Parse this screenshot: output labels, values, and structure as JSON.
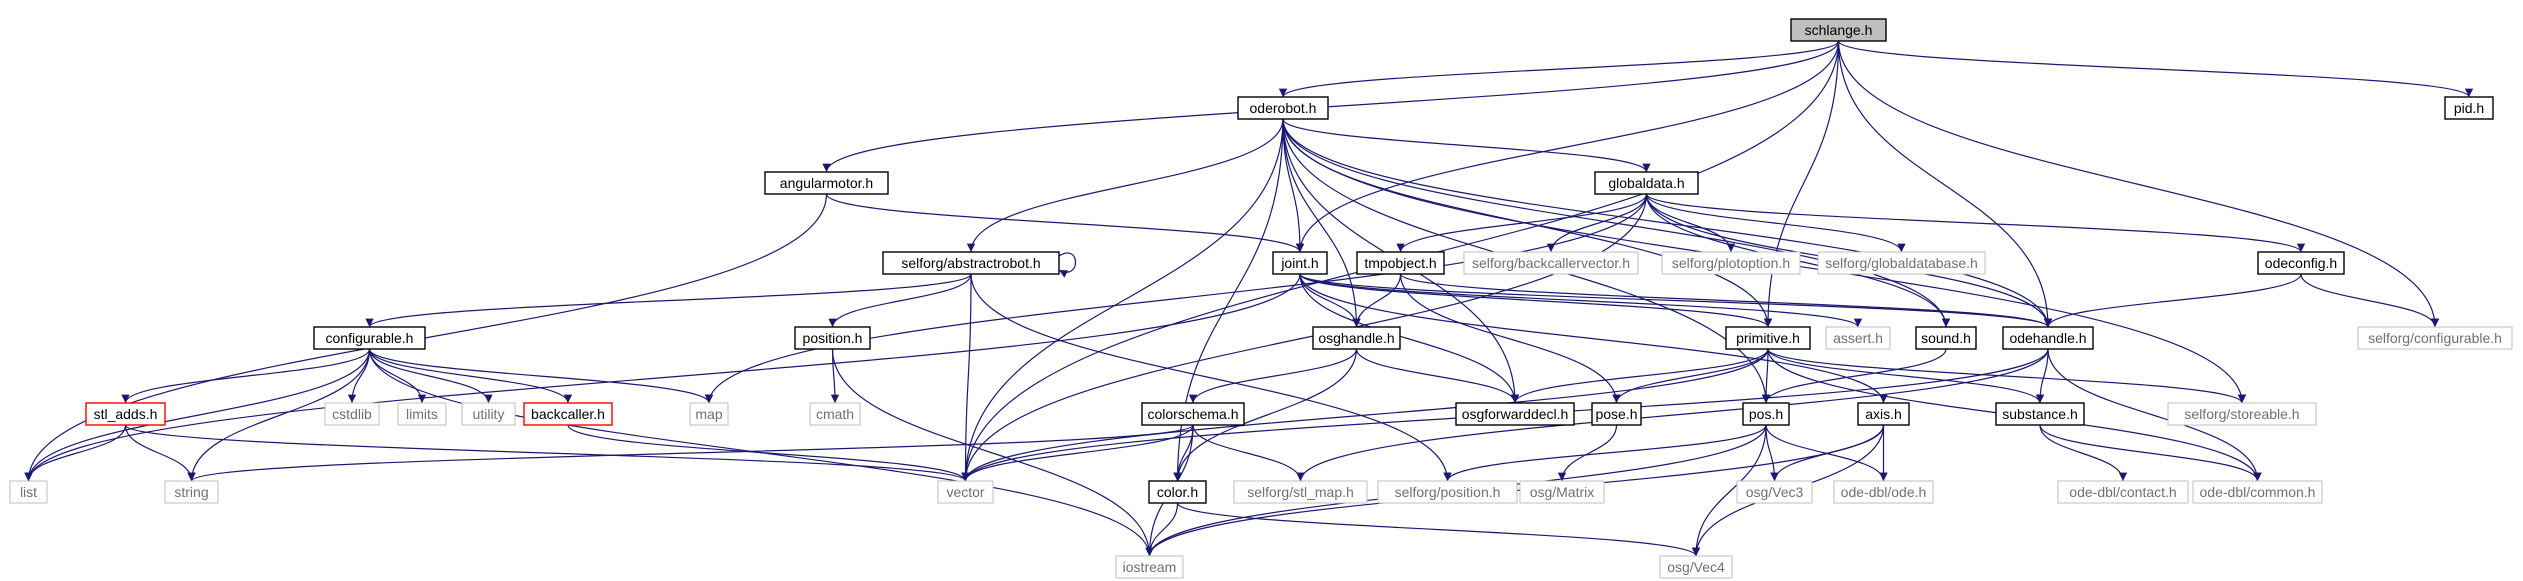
{
  "diagram": {
    "title": "",
    "colors": {
      "edge": "#191970",
      "root_fill": "#bfbfbf",
      "node_border": "#000000",
      "external_border": "#bfbfbf",
      "truncated_border": "#ff0000"
    },
    "nodes": [
      {
        "id": "schlange_h",
        "label": "schlange.h",
        "kind": "root"
      },
      {
        "id": "pid_h",
        "label": "pid.h",
        "kind": "normal"
      },
      {
        "id": "oderobot_h",
        "label": "oderobot.h",
        "kind": "normal"
      },
      {
        "id": "angularmotor_h",
        "label": "angularmotor.h",
        "kind": "normal"
      },
      {
        "id": "globaldata_h",
        "label": "globaldata.h",
        "kind": "normal"
      },
      {
        "id": "abstractrobot_h",
        "label": "selforg/abstractrobot.h",
        "kind": "normal"
      },
      {
        "id": "joint_h",
        "label": "joint.h",
        "kind": "normal"
      },
      {
        "id": "tmpobject_h",
        "label": "tmpobject.h",
        "kind": "normal"
      },
      {
        "id": "backcallervector_h",
        "label": "selforg/backcallervector.h",
        "kind": "external"
      },
      {
        "id": "plotoption_h",
        "label": "selforg/plotoption.h",
        "kind": "external"
      },
      {
        "id": "globaldatabase_h",
        "label": "selforg/globaldatabase.h",
        "kind": "external"
      },
      {
        "id": "odeconfig_h",
        "label": "odeconfig.h",
        "kind": "normal"
      },
      {
        "id": "configurable_h",
        "label": "configurable.h",
        "kind": "normal"
      },
      {
        "id": "position_h",
        "label": "position.h",
        "kind": "normal"
      },
      {
        "id": "osghandle_h",
        "label": "osghandle.h",
        "kind": "normal"
      },
      {
        "id": "primitive_h",
        "label": "primitive.h",
        "kind": "normal"
      },
      {
        "id": "assert_h",
        "label": "assert.h",
        "kind": "external"
      },
      {
        "id": "sound_h",
        "label": "sound.h",
        "kind": "normal"
      },
      {
        "id": "odehandle_h",
        "label": "odehandle.h",
        "kind": "normal"
      },
      {
        "id": "sconfigurable_h",
        "label": "selforg/configurable.h",
        "kind": "external"
      },
      {
        "id": "stl_adds_h",
        "label": "stl_adds.h",
        "kind": "truncated"
      },
      {
        "id": "cstdlib",
        "label": "cstdlib",
        "kind": "external"
      },
      {
        "id": "limits",
        "label": "limits",
        "kind": "external"
      },
      {
        "id": "utility",
        "label": "utility",
        "kind": "external"
      },
      {
        "id": "backcaller_h",
        "label": "backcaller.h",
        "kind": "truncated"
      },
      {
        "id": "map",
        "label": "map",
        "kind": "external"
      },
      {
        "id": "cmath",
        "label": "cmath",
        "kind": "external"
      },
      {
        "id": "colorschema_h",
        "label": "colorschema.h",
        "kind": "normal"
      },
      {
        "id": "osgforwarddecl_h",
        "label": "osgforwarddecl.h",
        "kind": "normal"
      },
      {
        "id": "pose_h",
        "label": "pose.h",
        "kind": "normal"
      },
      {
        "id": "pos_h",
        "label": "pos.h",
        "kind": "normal"
      },
      {
        "id": "axis_h",
        "label": "axis.h",
        "kind": "normal"
      },
      {
        "id": "substance_h",
        "label": "substance.h",
        "kind": "normal"
      },
      {
        "id": "storeable_h",
        "label": "selforg/storeable.h",
        "kind": "external"
      },
      {
        "id": "list",
        "label": "list",
        "kind": "external"
      },
      {
        "id": "string",
        "label": "string",
        "kind": "external"
      },
      {
        "id": "vector",
        "label": "vector",
        "kind": "external"
      },
      {
        "id": "color_h",
        "label": "color.h",
        "kind": "normal"
      },
      {
        "id": "stl_map_h",
        "label": "selforg/stl_map.h",
        "kind": "external"
      },
      {
        "id": "sposition_h",
        "label": "selforg/position.h",
        "kind": "external"
      },
      {
        "id": "osg_matrix",
        "label": "osg/Matrix",
        "kind": "external"
      },
      {
        "id": "osg_vec3",
        "label": "osg/Vec3",
        "kind": "external"
      },
      {
        "id": "ode_h",
        "label": "ode-dbl/ode.h",
        "kind": "external"
      },
      {
        "id": "contact_h",
        "label": "ode-dbl/contact.h",
        "kind": "external"
      },
      {
        "id": "common_h",
        "label": "ode-dbl/common.h",
        "kind": "external"
      },
      {
        "id": "iostream",
        "label": "iostream",
        "kind": "external"
      },
      {
        "id": "osg_vec4",
        "label": "osg/Vec4",
        "kind": "external"
      }
    ],
    "edges": [
      [
        "schlange_h",
        "pid_h"
      ],
      [
        "schlange_h",
        "oderobot_h"
      ],
      [
        "schlange_h",
        "angularmotor_h"
      ],
      [
        "schlange_h",
        "joint_h"
      ],
      [
        "schlange_h",
        "vector"
      ],
      [
        "schlange_h",
        "sconfigurable_h"
      ],
      [
        "schlange_h",
        "odehandle_h"
      ],
      [
        "schlange_h",
        "primitive_h"
      ],
      [
        "oderobot_h",
        "abstractrobot_h"
      ],
      [
        "oderobot_h",
        "globaldata_h"
      ],
      [
        "oderobot_h",
        "joint_h"
      ],
      [
        "oderobot_h",
        "osghandle_h"
      ],
      [
        "oderobot_h",
        "vector"
      ],
      [
        "oderobot_h",
        "color_h"
      ],
      [
        "oderobot_h",
        "osgforwarddecl_h"
      ],
      [
        "oderobot_h",
        "odehandle_h"
      ],
      [
        "oderobot_h",
        "sound_h"
      ],
      [
        "oderobot_h",
        "pos_h"
      ],
      [
        "oderobot_h",
        "storeable_h"
      ],
      [
        "oderobot_h",
        "primitive_h"
      ],
      [
        "angularmotor_h",
        "joint_h"
      ],
      [
        "angularmotor_h",
        "list"
      ],
      [
        "globaldata_h",
        "odeconfig_h"
      ],
      [
        "globaldata_h",
        "tmpobject_h"
      ],
      [
        "globaldata_h",
        "backcallervector_h"
      ],
      [
        "globaldata_h",
        "plotoption_h"
      ],
      [
        "globaldata_h",
        "globaldatabase_h"
      ],
      [
        "globaldata_h",
        "map"
      ],
      [
        "globaldata_h",
        "vector"
      ],
      [
        "globaldata_h",
        "odehandle_h"
      ],
      [
        "globaldata_h",
        "sound_h"
      ],
      [
        "abstractrobot_h",
        "abstractrobot_h"
      ],
      [
        "abstractrobot_h",
        "configurable_h"
      ],
      [
        "abstractrobot_h",
        "position_h"
      ],
      [
        "abstractrobot_h",
        "vector"
      ],
      [
        "abstractrobot_h",
        "sposition_h"
      ],
      [
        "joint_h",
        "osghandle_h"
      ],
      [
        "joint_h",
        "primitive_h"
      ],
      [
        "joint_h",
        "odehandle_h"
      ],
      [
        "joint_h",
        "assert_h"
      ],
      [
        "joint_h",
        "axis_h"
      ],
      [
        "joint_h",
        "osgforwarddecl_h"
      ],
      [
        "joint_h",
        "list"
      ],
      [
        "tmpobject_h",
        "osghandle_h"
      ],
      [
        "tmpobject_h",
        "pose_h"
      ],
      [
        "tmpobject_h",
        "odehandle_h"
      ],
      [
        "odeconfig_h",
        "odehandle_h"
      ],
      [
        "odeconfig_h",
        "sconfigurable_h"
      ],
      [
        "configurable_h",
        "stl_adds_h"
      ],
      [
        "configurable_h",
        "cstdlib"
      ],
      [
        "configurable_h",
        "limits"
      ],
      [
        "configurable_h",
        "utility"
      ],
      [
        "configurable_h",
        "backcaller_h"
      ],
      [
        "configurable_h",
        "map"
      ],
      [
        "configurable_h",
        "list"
      ],
      [
        "configurable_h",
        "string"
      ],
      [
        "configurable_h",
        "iostream"
      ],
      [
        "position_h",
        "cmath"
      ],
      [
        "position_h",
        "iostream"
      ],
      [
        "osghandle_h",
        "colorschema_h"
      ],
      [
        "osghandle_h",
        "osgforwarddecl_h"
      ],
      [
        "osghandle_h",
        "color_h"
      ],
      [
        "primitive_h",
        "osgforwarddecl_h"
      ],
      [
        "primitive_h",
        "pose_h"
      ],
      [
        "primitive_h",
        "pos_h"
      ],
      [
        "primitive_h",
        "substance_h"
      ],
      [
        "primitive_h",
        "storeable_h"
      ],
      [
        "primitive_h",
        "vector"
      ],
      [
        "primitive_h",
        "common_h"
      ],
      [
        "odehandle_h",
        "substance_h"
      ],
      [
        "odehandle_h",
        "common_h"
      ],
      [
        "odehandle_h",
        "vector"
      ],
      [
        "odehandle_h",
        "stl_map_h"
      ],
      [
        "sound_h",
        "pos_h"
      ],
      [
        "stl_adds_h",
        "list"
      ],
      [
        "stl_adds_h",
        "string"
      ],
      [
        "stl_adds_h",
        "vector"
      ],
      [
        "backcaller_h",
        "vector"
      ],
      [
        "colorschema_h",
        "color_h"
      ],
      [
        "colorschema_h",
        "stl_map_h"
      ],
      [
        "colorschema_h",
        "vector"
      ],
      [
        "colorschema_h",
        "iostream"
      ],
      [
        "colorschema_h",
        "string"
      ],
      [
        "color_h",
        "iostream"
      ],
      [
        "color_h",
        "osg_vec4"
      ],
      [
        "pose_h",
        "osg_matrix"
      ],
      [
        "pos_h",
        "osg_vec3"
      ],
      [
        "pos_h",
        "ode_h"
      ],
      [
        "pos_h",
        "sposition_h"
      ],
      [
        "pos_h",
        "iostream"
      ],
      [
        "pos_h",
        "osg_vec4"
      ],
      [
        "axis_h",
        "osg_vec3"
      ],
      [
        "axis_h",
        "ode_h"
      ],
      [
        "axis_h",
        "osg_vec4"
      ],
      [
        "axis_h",
        "iostream"
      ],
      [
        "substance_h",
        "contact_h"
      ],
      [
        "substance_h",
        "common_h"
      ]
    ]
  }
}
